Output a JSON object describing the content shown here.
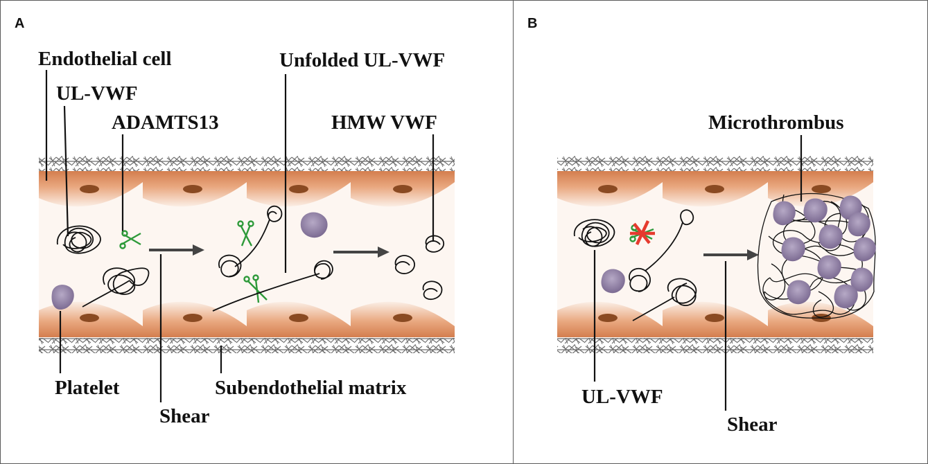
{
  "panel_a": {
    "letter": "A",
    "labels": {
      "endothelial_cell": "Endothelial cell",
      "ul_vwf": "UL-VWF",
      "adamts13": "ADAMTS13",
      "unfolded_ul_vwf": "Unfolded UL-VWF",
      "hmw_vwf": "HMW VWF",
      "platelet": "Platelet",
      "subendothelial_matrix": "Subendothelial matrix",
      "shear": "Shear"
    }
  },
  "panel_b": {
    "letter": "B",
    "labels": {
      "microthrombus": "Microthrombus",
      "ul_vwf": "UL-VWF",
      "shear": "Shear"
    }
  },
  "colors": {
    "endothelium": "#d9865a",
    "endothelium_light": "#fbeee5",
    "nucleus": "#8a4a22",
    "platelet": "#8e7ea3",
    "adamts13": "#2e9a3a",
    "inhibition_cross": "#e63a2e",
    "matrix": "#6e6e6e",
    "arrow": "#444444"
  }
}
